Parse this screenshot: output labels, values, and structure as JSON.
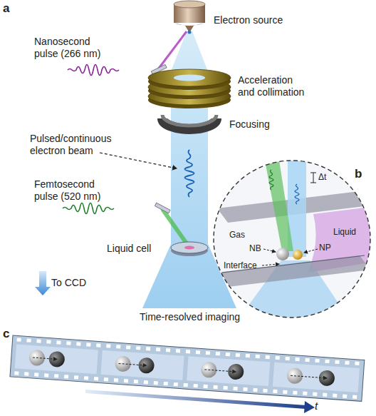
{
  "diagram": {
    "labels": [
      "a",
      "Electron source",
      "Nanosecond pulse (266 nm)",
      "Acceleration and collimation",
      "Focusing",
      "Pulsed/continuous electron beam",
      "Femtosecond pulse (520 nm)",
      "Liquid cell",
      "b",
      "Δt",
      "Gas",
      "Liquid",
      "NB",
      "NP",
      "Interface",
      "To CCD",
      "Time-resolved imaging",
      "c",
      "t"
    ]
  }
}
